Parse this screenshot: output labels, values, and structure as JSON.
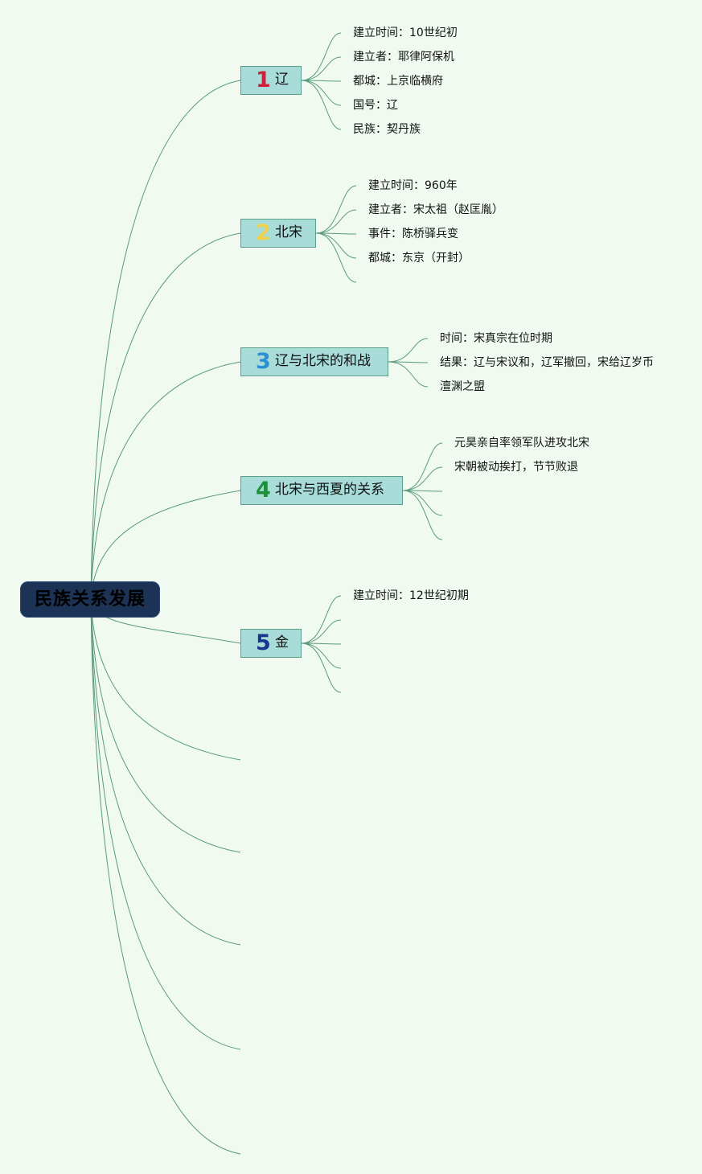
{
  "root": {
    "label": "民族关系发展"
  },
  "topics": [
    {
      "badge": "1",
      "badge_color": "#d0213a",
      "label": "辽",
      "leaves": [
        "建立时间：10世纪初",
        "建立者：耶律阿保机",
        "都城：上京临横府",
        "国号：辽",
        "民族：契丹族"
      ]
    },
    {
      "badge": "2",
      "badge_color": "#f2d14b",
      "label": "北宋",
      "leaves": [
        "建立时间：960年",
        "建立者：宋太祖（赵匡胤）",
        "事件：陈桥驿兵变",
        "都城：东京（开封）",
        ""
      ]
    },
    {
      "badge": "3",
      "badge_color": "#2a8fd4",
      "label": "辽与北宋的和战",
      "leaves": [
        "时间：宋真宗在位时期",
        "结果：辽与宋议和，辽军撤回，宋给辽岁币",
        "澶渊之盟"
      ]
    },
    {
      "badge": "4",
      "badge_color": "#1e8f3a",
      "label": "北宋与西夏的关系",
      "leaves": [
        "元昊亲自率领军队进攻北宋",
        "宋朝被动挨打，节节败退",
        "",
        "",
        ""
      ]
    },
    {
      "badge": "5",
      "badge_color": "#1a3590",
      "label": "金",
      "leaves": [
        "建立时间：12世纪初期",
        "",
        "",
        "",
        ""
      ]
    }
  ],
  "empty_branches": 5,
  "colors": {
    "background": "#f0faf0",
    "link": "#5a9a7c",
    "topic_fill": "#a7dcd9",
    "root_fill": "#1c3356"
  }
}
